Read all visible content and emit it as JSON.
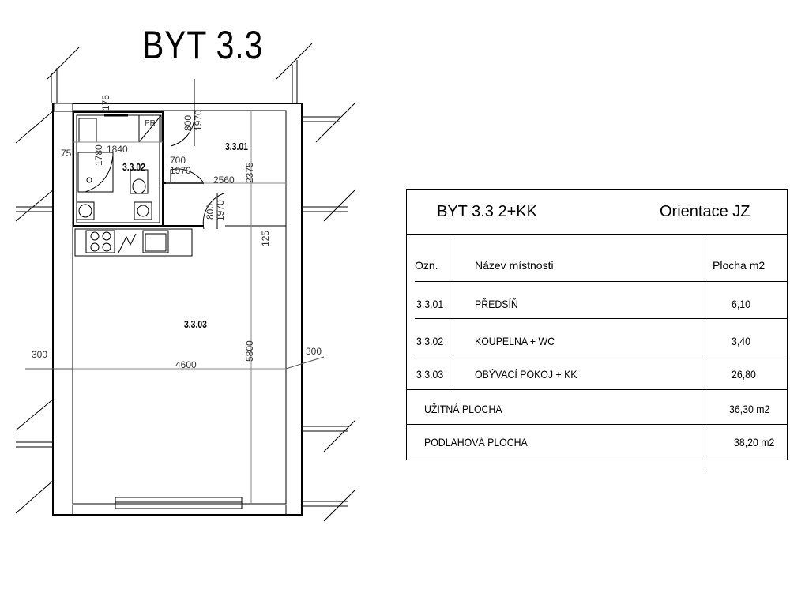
{
  "title": "BYT 3.3",
  "plan": {
    "rooms": [
      {
        "id": "r1",
        "label": "3.3.01"
      },
      {
        "id": "r2",
        "label": "3.3.02"
      },
      {
        "id": "r3",
        "label": "3.3.03"
      }
    ],
    "dimensions": {
      "d175": "175",
      "d75": "75",
      "d1840": "1840",
      "d1780": "1780",
      "d700": "700",
      "d1970a": "1970",
      "d2560": "2560",
      "d2375": "2375",
      "d800a": "800",
      "d1970b": "1970",
      "d800b": "800",
      "d1970c": "1970",
      "d125": "125",
      "d300l": "300",
      "d300r": "300",
      "d4600": "4600",
      "d5800": "5800"
    },
    "pr_symbol": "PR"
  },
  "table": {
    "heading": "BYT 3.3  2+KK",
    "orientation": "Orientace JZ",
    "columns": {
      "code": "Ozn.",
      "name": "Název místnosti",
      "area": "Plocha m2"
    },
    "rows": [
      {
        "code": "3.3.01",
        "name": "PŘEDSÍŇ",
        "area": "6,10"
      },
      {
        "code": "3.3.02",
        "name": "KOUPELNA + WC",
        "area": "3,40"
      },
      {
        "code": "3.3.03",
        "name": "OBÝVACÍ POKOJ + KK",
        "area": "26,80"
      }
    ],
    "totals": [
      {
        "label": "UŽITNÁ PLOCHA",
        "value": "36,30 m2"
      },
      {
        "label": "PODLAHOVÁ PLOCHA",
        "value": "38,20 m2"
      }
    ]
  }
}
